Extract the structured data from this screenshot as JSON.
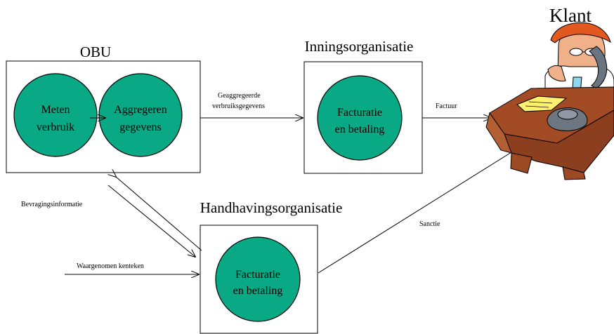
{
  "obu": {
    "title": "OBU",
    "circle_meten": [
      "Meten",
      "verbruik"
    ],
    "circle_aggregeren": [
      "Aggregeren",
      "gegevens"
    ]
  },
  "inning": {
    "title": "Inningsorganisatie",
    "circle": [
      "Facturatie",
      "en betaling"
    ]
  },
  "handhaving": {
    "title": "Handhavingsorganisatie",
    "circle": [
      "Facturatie",
      "en betaling"
    ]
  },
  "klant": {
    "title": "Klant",
    "icon": "customer-on-phone-at-desk-icon"
  },
  "flows": {
    "geaggregeerde": [
      "Geaggregeerde",
      "verbruiksgegevens"
    ],
    "factuur": "Factuur",
    "bevragingsinformatie": "Bevragingsinformatie",
    "waargenomen": "Waargenomen kenteken",
    "sanctie": "Sanctie"
  },
  "colors": {
    "circle_fill": "#0aa986",
    "box_stroke": "#000000"
  }
}
